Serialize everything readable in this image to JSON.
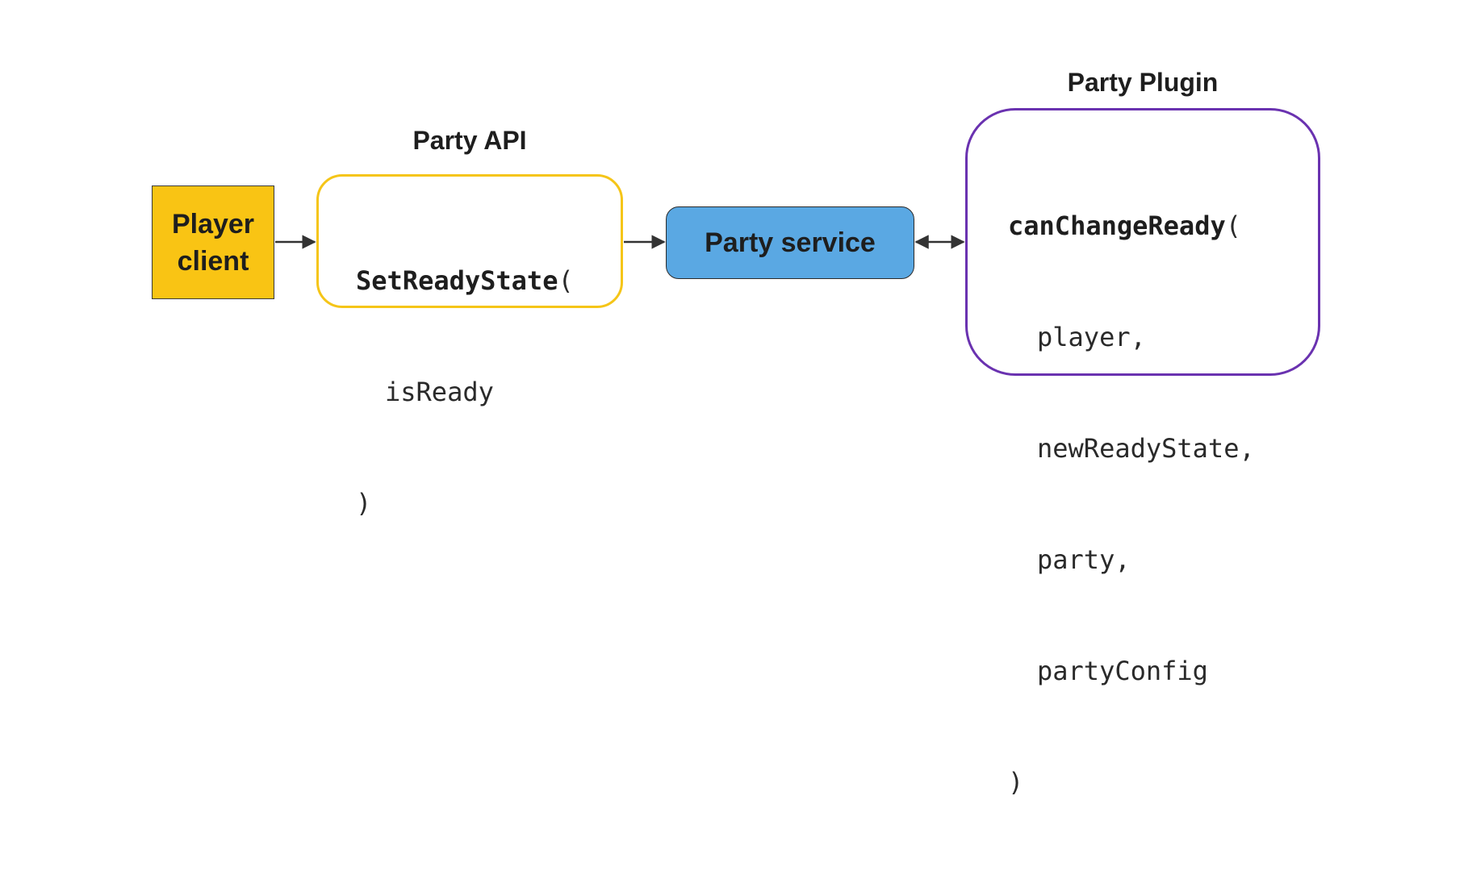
{
  "titles": {
    "api": "Party API",
    "plugin": "Party Plugin"
  },
  "nodes": {
    "player_client": {
      "line1": "Player",
      "line2": "client",
      "color": "#f9c414"
    },
    "party_service": {
      "label": "Party service",
      "color": "#5aa8e3"
    }
  },
  "api_code": {
    "fn": "SetReadyState",
    "open": "(",
    "params": [
      "isReady"
    ],
    "close": ")",
    "border_color": "#f5c518"
  },
  "plugin_code": {
    "fn": "canChangeReady",
    "open": "(",
    "params": [
      "player,",
      "newReadyState,",
      "party,",
      "partyConfig"
    ],
    "close": ")",
    "border_color": "#6a32b0"
  }
}
